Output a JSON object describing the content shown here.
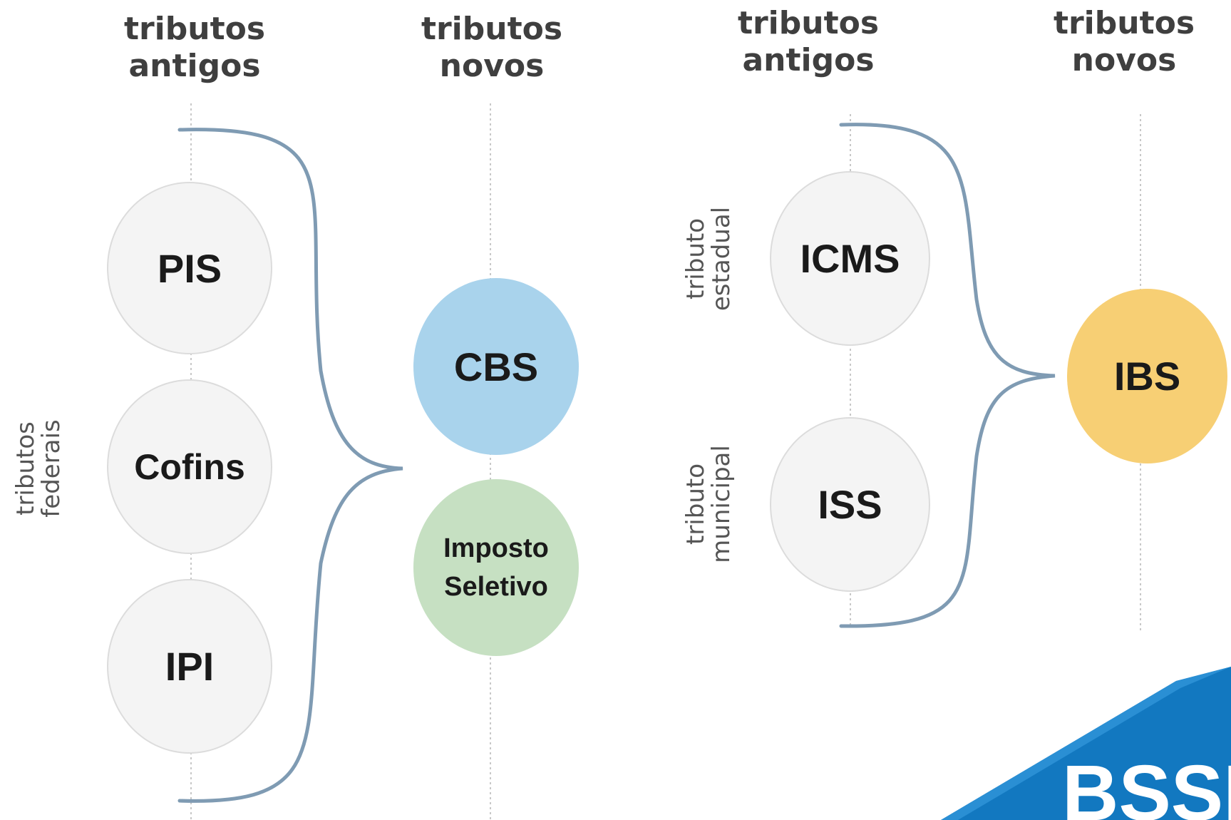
{
  "headers": {
    "left_old": [
      "tributos",
      "antigos"
    ],
    "left_new": [
      "tributos",
      "novos"
    ],
    "right_old": [
      "tributos",
      "antigos"
    ],
    "right_new": [
      "tributos",
      "novos"
    ]
  },
  "side_labels": {
    "federal": [
      "tributos",
      "federais"
    ],
    "estadual": [
      "tributo",
      "estadual"
    ],
    "municipal": [
      "tributo",
      "municipal"
    ]
  },
  "nodes": {
    "pis": "PIS",
    "cofins": "Cofins",
    "ipi": "IPI",
    "cbs": "CBS",
    "imposto_seletivo": [
      "Imposto",
      "Seletivo"
    ],
    "icms": "ICMS",
    "iss": "ISS",
    "ibs": "IBS"
  },
  "logo": {
    "text": "BSSI"
  },
  "colors": {
    "cbs": "#a9d3ec",
    "imposto_seletivo": "#c6e0c2",
    "ibs": "#f7cf74",
    "old_tax": "#f4f4f4",
    "brace": "#7f9bb3",
    "logo": "#1278c0"
  }
}
